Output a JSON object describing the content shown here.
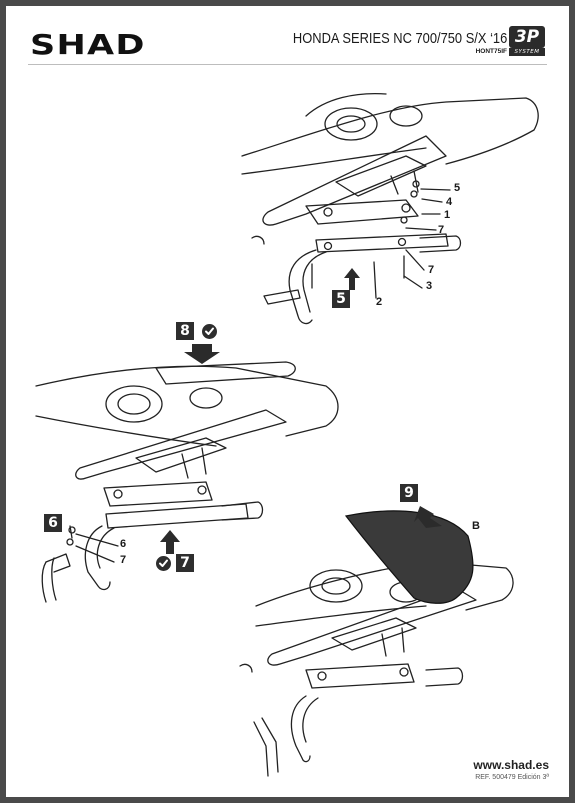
{
  "header": {
    "brand": "SHAD",
    "model": "HONDA SERIES NC 700/750 S/X ‘16",
    "ref_code": "HONT75IF",
    "badge": {
      "number": "3P",
      "subtitle": "SYSTEM"
    }
  },
  "steps": [
    {
      "number": "5",
      "checked": false
    },
    {
      "number": "8",
      "checked": true
    },
    {
      "number": "6",
      "checked": false
    },
    {
      "number": "7",
      "checked": true
    },
    {
      "number": "9",
      "checked": false
    }
  ],
  "part_labels": [
    "5",
    "4",
    "1",
    "7",
    "7",
    "3",
    "2",
    "6",
    "7",
    "B"
  ],
  "footer": {
    "website": "www.shad.es",
    "reference": "REF. 500479 Edición 3ª"
  },
  "colors": {
    "page_border": "#4a4a4a",
    "callout_fill": "#2e2e2e",
    "line_art": "#222222",
    "backrest_fill": "#3a3a3a"
  },
  "icons": [
    "check-icon",
    "down-arrow-icon",
    "up-arrow-icon"
  ]
}
